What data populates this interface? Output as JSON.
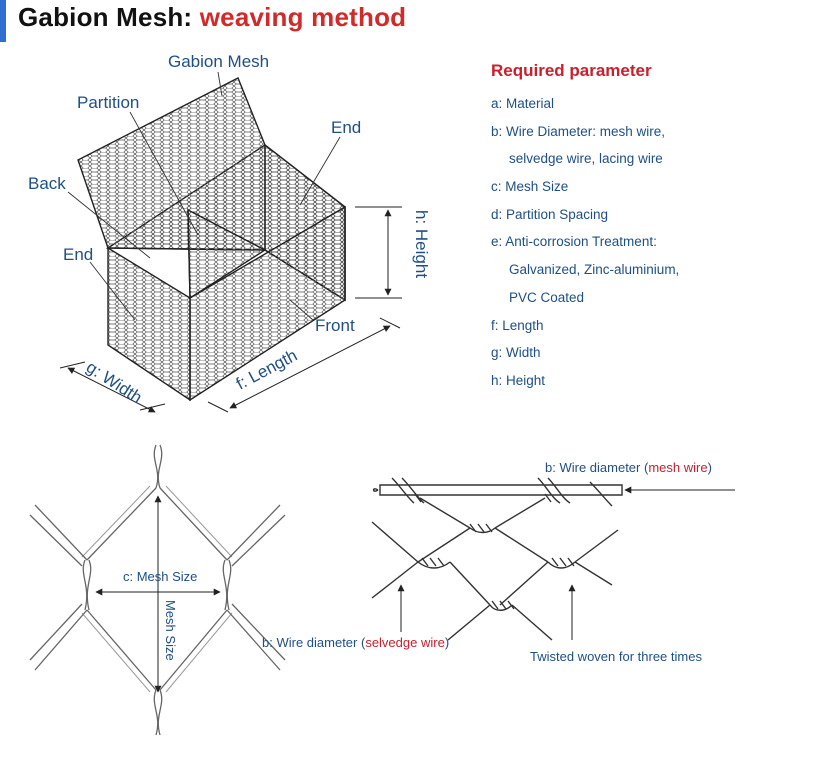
{
  "title": {
    "part1": "Gabion Mesh:",
    "part2": "weaving method"
  },
  "colors": {
    "accent": "#2f6fd1",
    "title_red": "#d12a2a",
    "label_blue": "#1f4f86",
    "highlight_red": "#c8202f"
  },
  "parameters": {
    "heading": "Required parameter",
    "lines": [
      "a: Material",
      "b: Wire Diameter: mesh wire,",
      "selvedge wire, lacing wire",
      "c: Mesh Size",
      "d: Partition Spacing",
      "e: Anti-corrosion Treatment:",
      "Galvanized, Zinc-aluminium,",
      "PVC Coated",
      "f: Length",
      "g: Width",
      "h: Height"
    ]
  },
  "box_labels": {
    "gabion_mesh": "Gabion Mesh",
    "partition": "Partition",
    "end_top": "End",
    "back": "Back",
    "end_left": "End",
    "front": "Front",
    "height": "h: Height",
    "length": "f: Length",
    "width": "g: Width"
  },
  "mesh_labels": {
    "mesh_size_h": "c: Mesh Size",
    "mesh_size_v": "Mesh Size"
  },
  "weave_labels": {
    "mesh_wire_prefix": "b: Wire diameter (",
    "mesh_wire_term": "mesh wire",
    "selvedge_prefix": "b: Wire diameter (",
    "selvedge_term": "selvedge wire",
    "close_paren": ")",
    "twisted": "Twisted woven for three times"
  }
}
